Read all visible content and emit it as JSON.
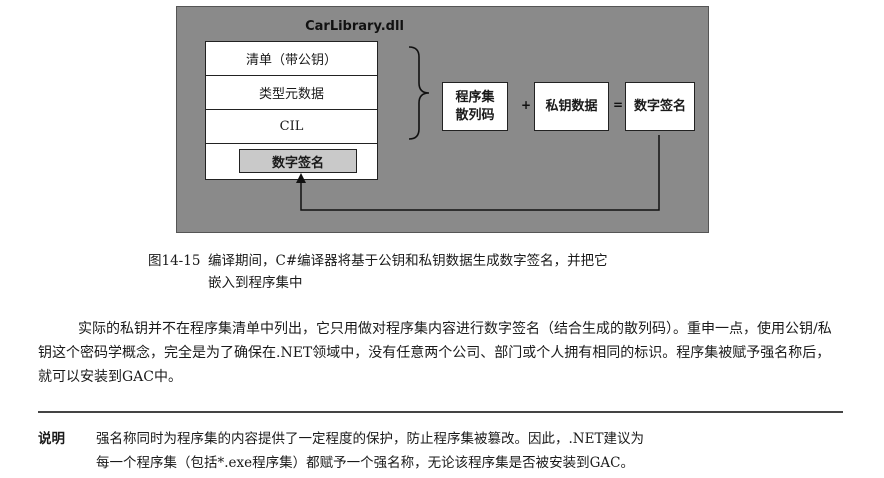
{
  "figure": {
    "title": "CarLibrary.dll",
    "rows": [
      "清单（带公钥）",
      "类型元数据",
      "CIL"
    ],
    "signature_inner": "数字签名",
    "hash_box": [
      "程序集",
      "散列码"
    ],
    "plus": "+",
    "private_key_box": "私钥数据",
    "equals": "=",
    "signature_box": "数字签名"
  },
  "caption": {
    "number": "图14-15",
    "line1": "编译期间，C#编译器将基于公钥和私钥数据生成数字签名，并把它",
    "line2": "嵌入到程序集中"
  },
  "paragraph": "实际的私钥并不在程序集清单中列出，它只用做对程序集内容进行数字签名（结合生成的散列码）。重申一点，使用公钥/私钥这个密码学概念，完全是为了确保在.NET领域中，没有任意两个公司、部门或个人拥有相同的标识。程序集被赋予强名称后，就可以安装到GAC中。",
  "note": {
    "label": "说明",
    "line1": "强名称同时为程序集的内容提供了一定程度的保护，防止程序集被篡改。因此，.NET建议为",
    "line2": "每一个程序集（包括*.exe程序集）都赋予一个强名称，无论该程序集是否被安装到GAC。"
  }
}
